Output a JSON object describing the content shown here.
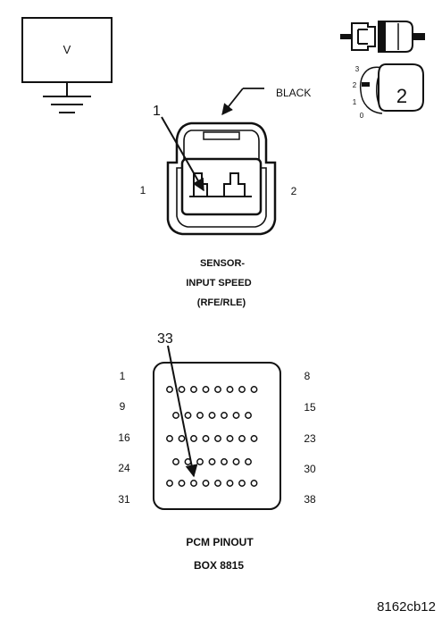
{
  "meter": {
    "label": "V"
  },
  "icons": {
    "connector": "connector-plug-icon",
    "probe": "backprobe-step-icon"
  },
  "probe": {
    "step_number": "2",
    "scale_labels": [
      "3",
      "2",
      "1",
      "0"
    ]
  },
  "sensor_connector": {
    "wire_color": "BLACK",
    "callout": "1",
    "pin_left": "1",
    "pin_right": "2",
    "title_lines": [
      "SENSOR-",
      "INPUT SPEED",
      "(RFE/RLE)"
    ]
  },
  "pcm": {
    "callout": "33",
    "row_start_labels": [
      "1",
      "9",
      "16",
      "24",
      "31"
    ],
    "row_end_labels": [
      "8",
      "15",
      "23",
      "30",
      "38"
    ],
    "row_pin_counts": [
      8,
      7,
      8,
      7,
      8
    ],
    "title_lines": [
      "PCM PINOUT",
      "BOX 8815"
    ]
  },
  "figure_code": "8162cb12"
}
